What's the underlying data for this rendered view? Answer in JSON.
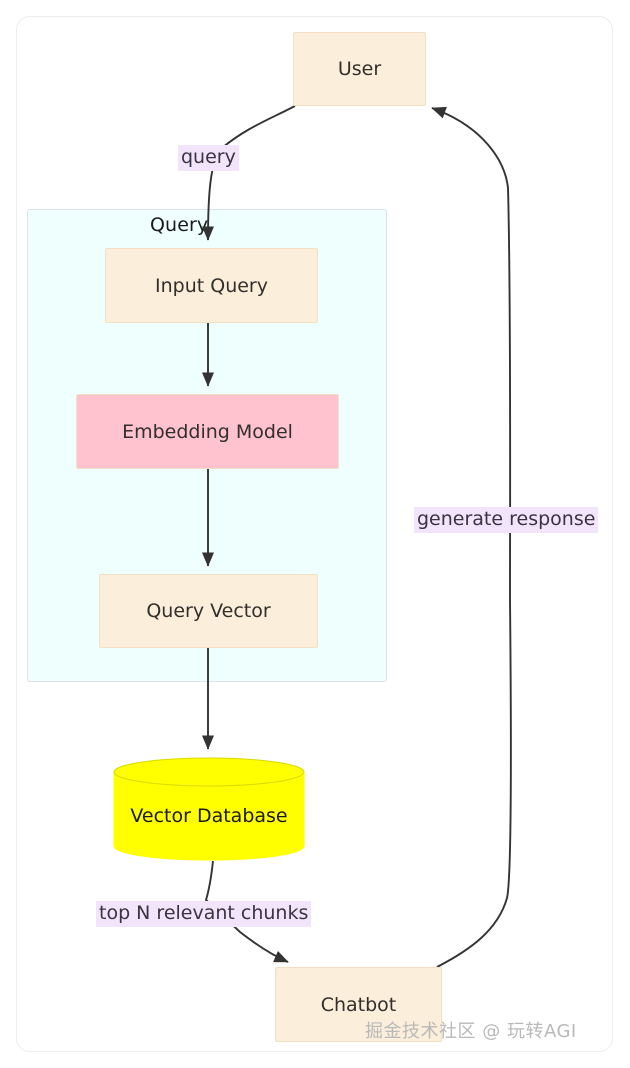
{
  "diagram": {
    "type": "flowchart",
    "title": "",
    "subgraph": {
      "name": "subgraph-query",
      "label": "Query"
    },
    "nodes": [
      {
        "id": "user",
        "label": "User",
        "shape": "rect",
        "fill": "#fbeedb"
      },
      {
        "id": "input_query",
        "label": "Input Query",
        "shape": "rect",
        "fill": "#fbeedb"
      },
      {
        "id": "embedding_model",
        "label": "Embedding Model",
        "shape": "rect",
        "fill": "#ffc2cf"
      },
      {
        "id": "query_vector",
        "label": "Query Vector",
        "shape": "rect",
        "fill": "#fbeedb"
      },
      {
        "id": "vector_database",
        "label": "Vector Database",
        "shape": "cylinder",
        "fill": "#ffff00"
      },
      {
        "id": "chatbot",
        "label": "Chatbot",
        "shape": "rect",
        "fill": "#fbeedb"
      }
    ],
    "edges": [
      {
        "from": "user",
        "to": "input_query",
        "label": "query"
      },
      {
        "from": "input_query",
        "to": "embedding_model",
        "label": ""
      },
      {
        "from": "embedding_model",
        "to": "query_vector",
        "label": ""
      },
      {
        "from": "query_vector",
        "to": "vector_database",
        "label": ""
      },
      {
        "from": "vector_database",
        "to": "chatbot",
        "label": "top N relevant chunks"
      },
      {
        "from": "chatbot",
        "to": "user",
        "label": "generate response"
      }
    ],
    "colors": {
      "node_tan": "#fbeedb",
      "node_pink": "#ffc2cf",
      "node_yellow": "#ffff00",
      "subgraph_fill": "#effffe",
      "subgraph_border": "#dfe2ee",
      "edge_label_bg": "#f2e4fb",
      "edge_stroke": "#333333",
      "frame_border": "#ececf1"
    }
  },
  "watermark": {
    "text": "掘金技术社区 @ 玩转AGI"
  }
}
